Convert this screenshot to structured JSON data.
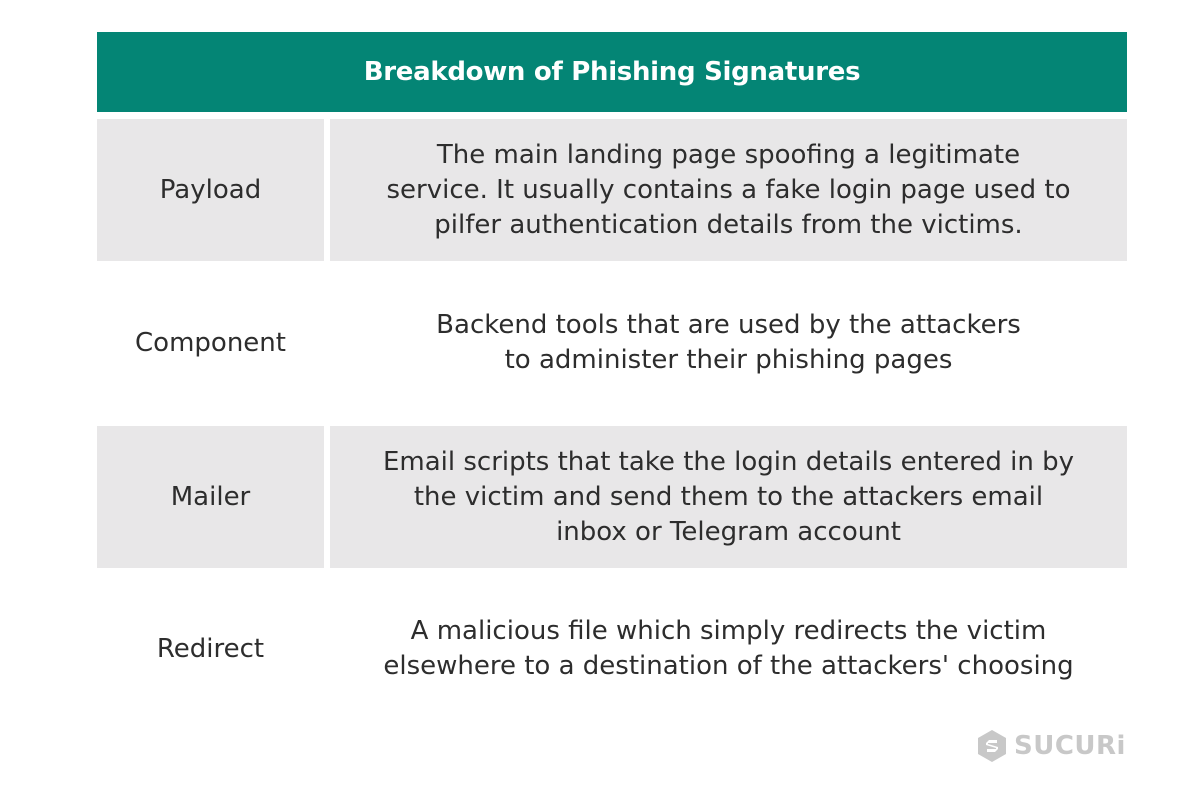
{
  "header": {
    "title": "Breakdown of Phishing Signatures"
  },
  "rows": [
    {
      "label": "Payload",
      "description_lines": [
        "The main landing page spoofing a legitimate",
        "service. It usually contains a fake login page used to",
        "pilfer authentication details from the victims."
      ]
    },
    {
      "label": "Component",
      "description_lines": [
        "Backend tools that are used by the attackers",
        "to administer their phishing pages"
      ]
    },
    {
      "label": "Mailer",
      "description_lines": [
        "Email scripts that take the login details entered in by",
        "the victim and send them to the attackers email",
        "inbox or Telegram account"
      ]
    },
    {
      "label": "Redirect",
      "description_lines": [
        "A malicious file which simply redirects the victim",
        "elsewhere to a destination of the attackers' choosing"
      ]
    }
  ],
  "logo": {
    "text": "SUCURi",
    "icon": "sucuri-hexagon-logo-icon"
  },
  "colors": {
    "header_bg": "#048575",
    "shaded_row_bg": "#e8e7e8",
    "text": "#2d2d2d",
    "logo": "#c8c8c8"
  }
}
